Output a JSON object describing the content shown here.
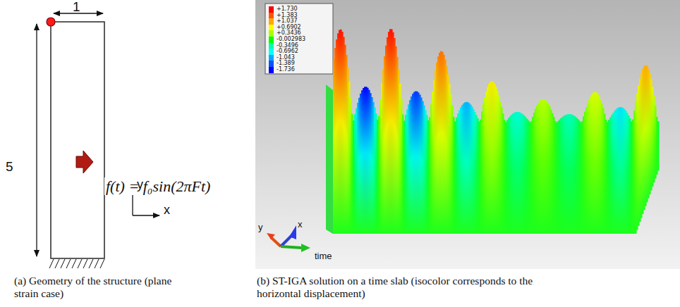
{
  "diagram": {
    "labels": [
      "1",
      "5",
      "f(t) = f₀sin(2πFt)",
      "y",
      "x",
      "(a) Geometry of the structure (plane strain case)",
      "(b) ST-IGA solution on a time slab (isocolor corresponds to the horizontal displacement)",
      "y",
      "x",
      "time"
    ],
    "legend": [
      {
        "text": "+1.730",
        "color": "#ff0000"
      },
      {
        "text": "+1.383",
        "color": "#ff5500"
      },
      {
        "text": "+1.037",
        "color": "#ffaa00"
      },
      {
        "text": "+0.6902",
        "color": "#ffff00"
      },
      {
        "text": "+0.3436",
        "color": "#aaff00"
      },
      {
        "text": "-0.002983",
        "color": "#00ff00"
      },
      {
        "text": "-0.3496",
        "color": "#00ffaa"
      },
      {
        "text": "-0.6962",
        "color": "#00ffff"
      },
      {
        "text": "-1.043",
        "color": "#00aaff"
      },
      {
        "text": "-1.389",
        "color": "#0055ff"
      },
      {
        "text": "-1.736",
        "color": "#0000ff"
      }
    ]
  }
}
